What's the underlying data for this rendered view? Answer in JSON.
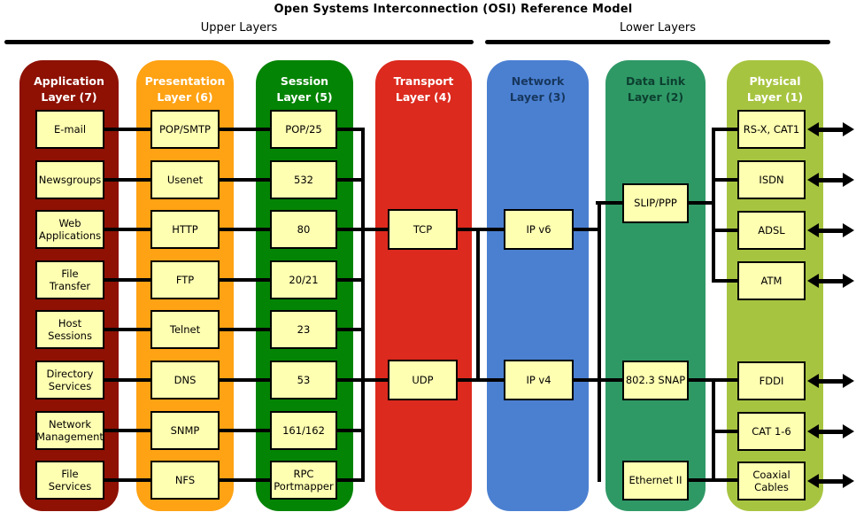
{
  "title": "Open Systems Interconnection (OSI) Reference Model",
  "section_labels": {
    "upper": "Upper Layers",
    "lower": "Lower Layers"
  },
  "columns": [
    {
      "name": "application",
      "label": "Application\nLayer (7)"
    },
    {
      "name": "presentation",
      "label": "Presentation\nLayer (6)"
    },
    {
      "name": "session",
      "label": "Session\nLayer (5)"
    },
    {
      "name": "transport",
      "label": "Transport\nLayer (4)"
    },
    {
      "name": "network",
      "label": "Network\nLayer (3)"
    },
    {
      "name": "datalink",
      "label": "Data Link\nLayer (2)"
    },
    {
      "name": "physical",
      "label": "Physical\nLayer (1)"
    }
  ],
  "boxes": {
    "application": [
      "E-mail",
      "Newsgroups",
      "Web\nApplications",
      "File\nTransfer",
      "Host\nSessions",
      "Directory\nServices",
      "Network\nManagement",
      "File\nServices"
    ],
    "presentation": [
      "POP/SMTP",
      "Usenet",
      "HTTP",
      "FTP",
      "Telnet",
      "DNS",
      "SNMP",
      "NFS"
    ],
    "session": [
      "POP/25",
      "532",
      "80",
      "20/21",
      "23",
      "53",
      "161/162",
      "RPC\nPortmapper"
    ],
    "transport": [
      "TCP",
      "UDP"
    ],
    "network": [
      "IP v6",
      "IP v4"
    ],
    "datalink": [
      "SLIP/PPP",
      "802.3 SNAP",
      "Ethernet II"
    ],
    "physical": [
      "RS-X, CAT1",
      "ISDN",
      "ADSL",
      "ATM",
      "FDDI",
      "CAT 1-6",
      "Coaxial\nCables"
    ]
  },
  "icons": {
    "physical_media": "double-arrow-icon"
  },
  "colors": {
    "application_bg": "#8E1104",
    "presentation_bg": "#FFA213",
    "session_bg": "#048404",
    "transport_bg": "#DC2A1E",
    "network_bg": "#4B80D1",
    "datalink_bg": "#2F9966",
    "physical_bg": "#A7C440",
    "node_bg": "#FFFFB2",
    "network_header_text": "#17375E",
    "datalink_header_text": "#0C4030",
    "line_color": "#000000"
  }
}
